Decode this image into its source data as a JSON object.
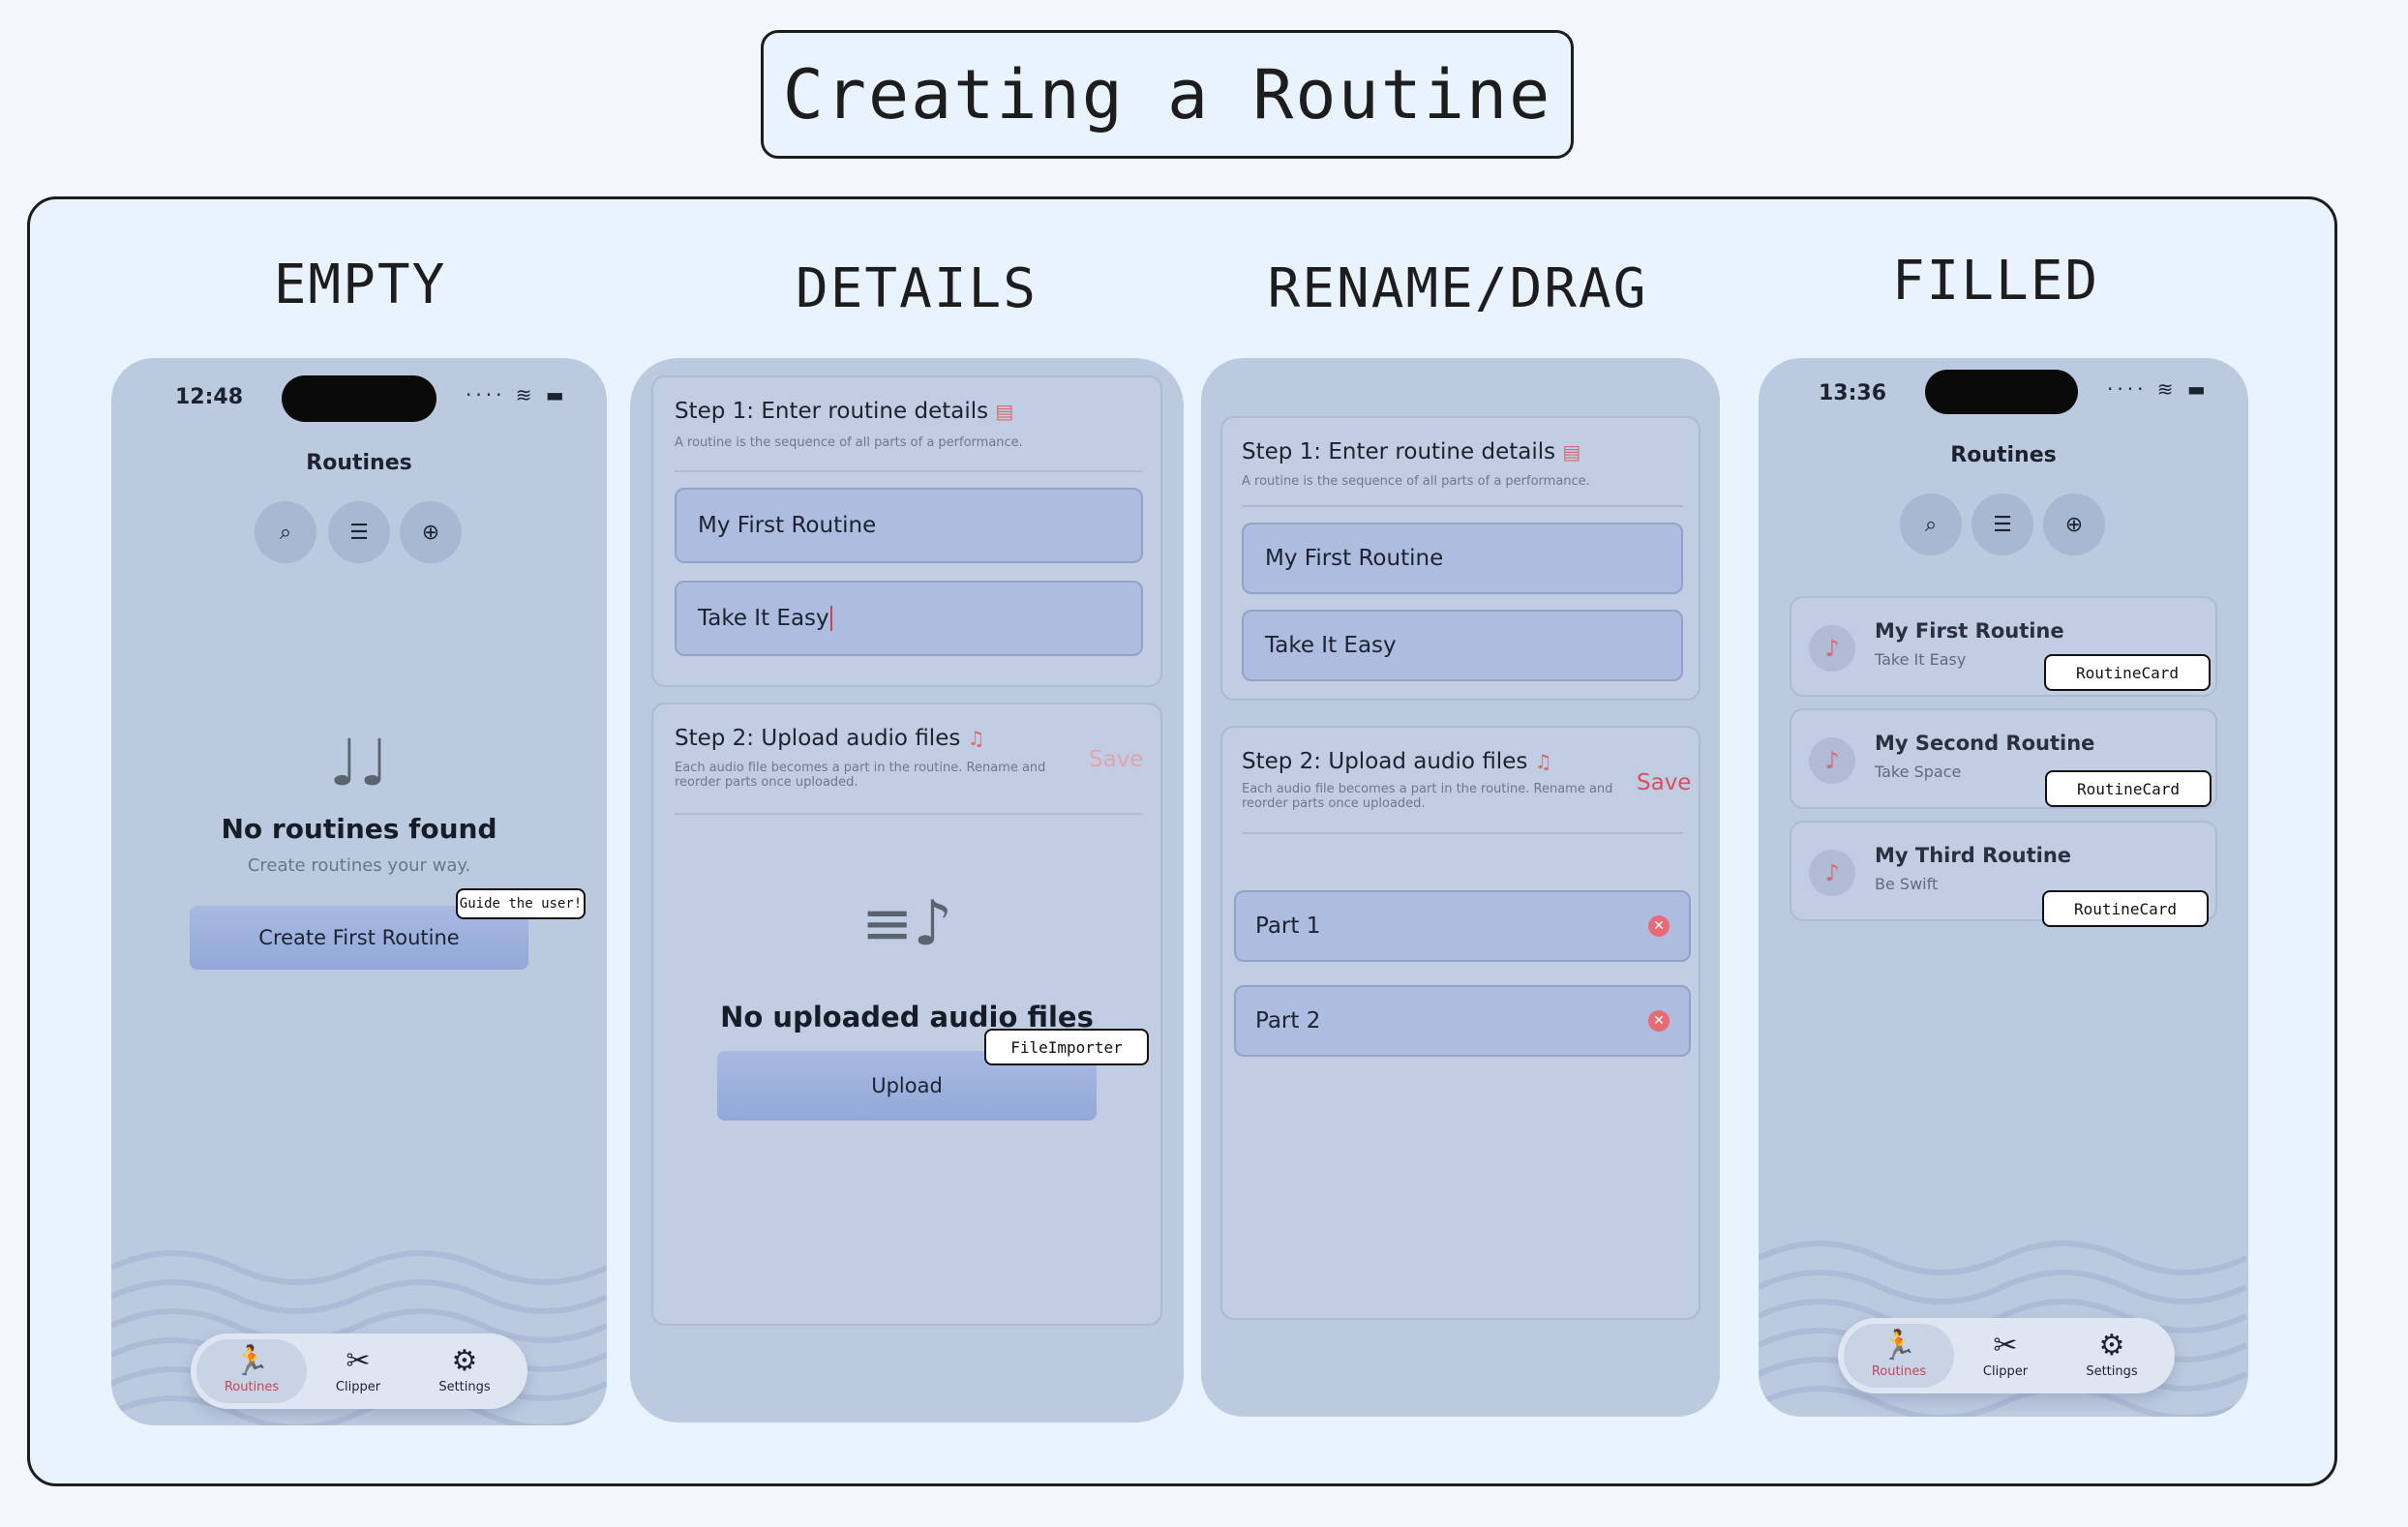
{
  "header": {
    "title": "Creating a Routine"
  },
  "columns": [
    "EMPTY",
    "DETAILS",
    "RENAME/DRAG",
    "FILLED"
  ],
  "empty": {
    "time": "12:48",
    "status": "···· ≋ ▬",
    "title": "Routines",
    "empty_icon": "♩♩",
    "heading": "No routines found",
    "sub": "Create routines your way.",
    "button": "Create First Routine",
    "callout": "Guide the user!"
  },
  "details": {
    "step1_title": "Step 1: Enter routine details",
    "step1_sub": "A routine is the sequence of all parts of a performance.",
    "name_value": "My First Routine",
    "subtitle_value": "Take It Easy",
    "step2_title": "Step 2: Upload audio files",
    "step2_sub": "Each audio file becomes a part in the routine. Rename and reorder parts once uploaded.",
    "save": "Save",
    "empty_heading": "No uploaded audio files",
    "upload": "Upload",
    "callout": "FileImporter"
  },
  "rename": {
    "step1_title": "Step 1: Enter routine details",
    "step1_sub": "A routine is the sequence of all parts of a performance.",
    "name_value": "My First Routine",
    "subtitle_value": "Take It Easy",
    "step2_title": "Step 2: Upload audio files",
    "step2_sub": "Each audio file becomes a part in the routine. Rename and reorder parts once uploaded.",
    "save": "Save",
    "parts": [
      "Part 1",
      "Part 2"
    ]
  },
  "filled": {
    "time": "13:36",
    "status": "···· ≋ ▬",
    "title": "Routines",
    "routines": [
      {
        "title": "My First Routine",
        "sub": "Take It Easy"
      },
      {
        "title": "My Second Routine",
        "sub": "Take Space"
      },
      {
        "title": "My Third Routine",
        "sub": "Be Swift"
      }
    ],
    "card_callout": "RoutineCard"
  },
  "tabs": [
    "Routines",
    "Clipper",
    "Settings"
  ],
  "colors": {
    "accent": "#c6465a",
    "save_disabled": "#e3a4ad",
    "save_active": "#d8505f"
  }
}
